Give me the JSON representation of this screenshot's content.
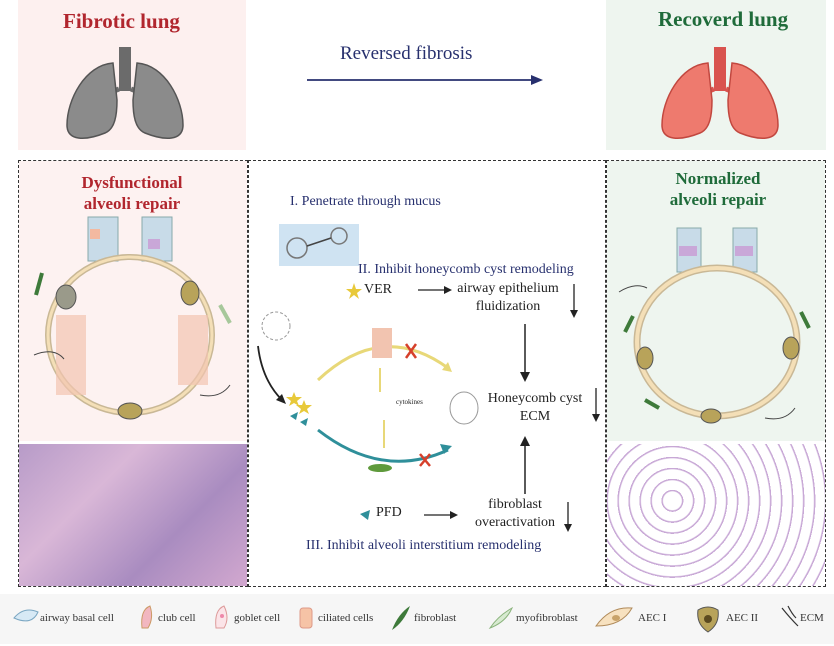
{
  "header": {
    "left_title": "Fibrotic lung",
    "right_title": "Recoverd lung",
    "center_label": "Reversed fibrosis"
  },
  "left_panel": {
    "title_line1": "Dysfunctional",
    "title_line2": "alveoli repair"
  },
  "right_panel": {
    "title_line1": "Normalized",
    "title_line2": "alveoli repair"
  },
  "center": {
    "step1": "I. Penetrate through mucus",
    "step2": "II. Inhibit honeycomb cyst remodeling",
    "ver_label": "VER",
    "ver_effect_line1": "airway epithelium",
    "ver_effect_line2": "fluidization",
    "cytokines": "cytokines",
    "honeycomb_line1": "Honeycomb cyst",
    "honeycomb_line2": "ECM",
    "pfd_label": "PFD",
    "pfd_effect_line1": "fibroblast",
    "pfd_effect_line2": "overactivation",
    "step3": "III. Inhibit alveoli interstitium remodeling"
  },
  "legend": [
    {
      "name": "airway basal cell"
    },
    {
      "name": "club cell"
    },
    {
      "name": "goblet cell"
    },
    {
      "name": "ciliated cells"
    },
    {
      "name": "fibroblast"
    },
    {
      "name": "myofibroblast"
    },
    {
      "name": "AEC I"
    },
    {
      "name": "AEC II"
    },
    {
      "name": "ECM"
    }
  ],
  "colors": {
    "red_title": "#b1262e",
    "green_title": "#1f6b3a",
    "navy": "#27306e",
    "arrow_yellow": "#e8d878",
    "arrow_teal": "#2f8f9a",
    "cross_red": "#d6402b",
    "he_pink": "#b9a0c9",
    "fibrotic_bg": "#fdf0ef",
    "recovered_bg": "#eef5ef"
  },
  "icons": [
    "gray-lung-icon",
    "red-lung-icon",
    "star-icon",
    "triangle-icon",
    "cross-icon"
  ]
}
